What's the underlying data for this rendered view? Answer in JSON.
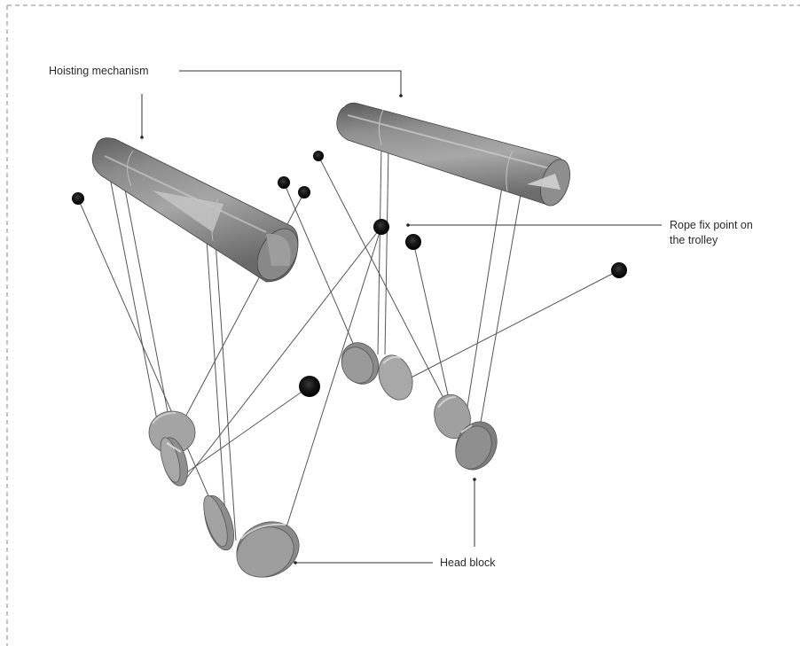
{
  "labels": {
    "hoisting_mechanism": "Hoisting mechanism",
    "rope_fix_point_line1": "Rope fix point on",
    "rope_fix_point_line2": "the trolley",
    "head_block": "Head block"
  },
  "colors": {
    "frame": "#8a8a8a",
    "leader": "#333333",
    "rope": "#5a5a5a",
    "drum_dark": "#6a6a6a",
    "drum_mid": "#9a9a9a",
    "drum_light": "#bdbdbd",
    "sheave_face": "#9d9d9d",
    "sheave_edge": "#6f6f6f",
    "sheave_rim": "#d0d0d0",
    "fix_point": "#111111"
  }
}
